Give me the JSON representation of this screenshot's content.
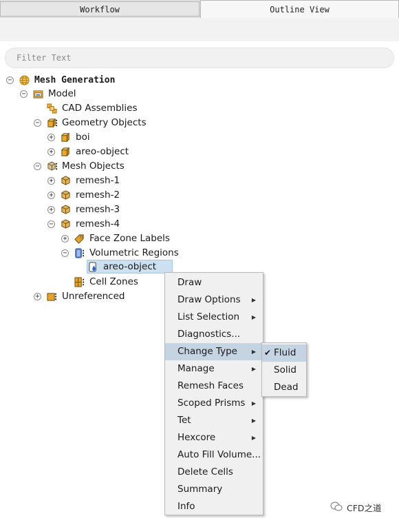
{
  "tabs": [
    {
      "label": "Workflow"
    },
    {
      "label": "Outline View"
    }
  ],
  "filter": {
    "placeholder": "Filter Text",
    "value": ""
  },
  "tree": {
    "mesh_generation": "Mesh Generation",
    "model": "Model",
    "cad_assemblies": "CAD Assemblies",
    "geometry_objects": "Geometry Objects",
    "boi": "boi",
    "areo_object_geom": "areo-object",
    "mesh_objects": "Mesh Objects",
    "remesh1": "remesh-1",
    "remesh2": "remesh-2",
    "remesh3": "remesh-3",
    "remesh4": "remesh-4",
    "face_zone_labels": "Face Zone Labels",
    "volumetric_regions": "Volumetric Regions",
    "areo_object_region": "areo-object",
    "cell_zones": "Cell Zones",
    "unreferenced": "Unreferenced"
  },
  "context_menu": {
    "items": [
      {
        "label": "Draw",
        "submenu": false
      },
      {
        "label": "Draw Options",
        "submenu": true
      },
      {
        "label": "List Selection",
        "submenu": true
      },
      {
        "label": "Diagnostics...",
        "submenu": false
      },
      {
        "label": "Change Type",
        "submenu": true,
        "highlighted": true
      },
      {
        "label": "Manage",
        "submenu": true
      },
      {
        "label": "Remesh Faces",
        "submenu": false
      },
      {
        "label": "Scoped Prisms",
        "submenu": true
      },
      {
        "label": "Tet",
        "submenu": true
      },
      {
        "label": "Hexcore",
        "submenu": true
      },
      {
        "label": "Auto Fill Volume...",
        "submenu": false
      },
      {
        "label": "Delete Cells",
        "submenu": false
      },
      {
        "label": "Summary",
        "submenu": false
      },
      {
        "label": "Info",
        "submenu": false
      }
    ],
    "arrow_glyph": "▶"
  },
  "change_type_submenu": {
    "items": [
      {
        "label": "Fluid",
        "checked": true
      },
      {
        "label": "Solid",
        "checked": false
      },
      {
        "label": "Dead",
        "checked": false
      }
    ],
    "check_glyph": "✔"
  },
  "watermark": {
    "text": "CFD之道"
  },
  "colors": {
    "selection": "#cde0f0",
    "menu_highlight": "#c4d4e2",
    "folder_icon": "#e0a21e"
  }
}
